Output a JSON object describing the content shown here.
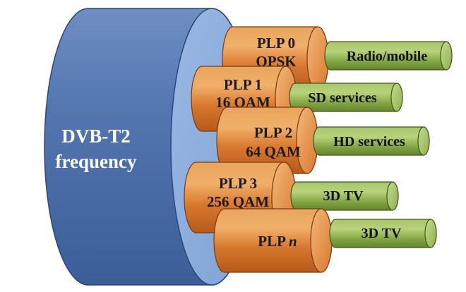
{
  "main_cylinder": {
    "line1": "DVB-T2",
    "line2": "frequency"
  },
  "plps": [
    {
      "line1": "PLP 0",
      "line2": "QPSK",
      "service": "Radio/mobile"
    },
    {
      "line1": "PLP 1",
      "line2": "16 QAM",
      "service": "SD services"
    },
    {
      "line1": "PLP 2",
      "line2": "64 QAM",
      "service": "HD services"
    },
    {
      "line1": "PLP 3",
      "line2": "256 QAM",
      "service": "3D TV"
    },
    {
      "line1": "PLP",
      "line1_italic": "n",
      "line2": "",
      "service": "3D TV"
    }
  ],
  "colors": {
    "blue_body": "#4a6fa8",
    "blue_face": "#8aaede",
    "orange": "#d9762e",
    "green": "#8aad4a"
  }
}
